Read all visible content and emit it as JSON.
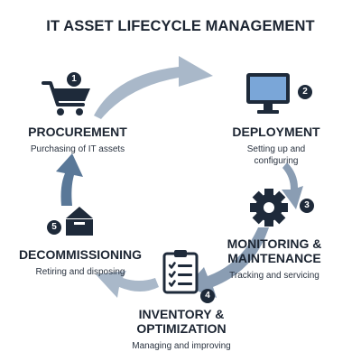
{
  "title": "IT ASSET LIFECYCLE MANAGEMENT",
  "colors": {
    "arrow_light": "#a9b8c9",
    "arrow_mid": "#8a9db3",
    "arrow_dark": "#5a7898",
    "ink": "#1e2a3a",
    "screen": "#7aa6d8"
  },
  "stages": [
    {
      "number": "1",
      "name": "PROCUREMENT",
      "desc": "Purchasing of IT assets",
      "icon": "shopping-cart-icon"
    },
    {
      "number": "2",
      "name": "DEPLOYMENT",
      "desc": "Setting up and configuring",
      "icon": "monitor-icon"
    },
    {
      "number": "3",
      "name": "MONITORING & MAINTENANCE",
      "desc": "Tracking and servicing",
      "icon": "gear-icon"
    },
    {
      "number": "4",
      "name": "INVENTORY & OPTIMIZATION",
      "desc": "Managing and improving",
      "icon": "clipboard-checklist-icon"
    },
    {
      "number": "5",
      "name": "DECOMMISSIONING",
      "desc": "Retiring and disposing",
      "icon": "box-icon"
    }
  ]
}
